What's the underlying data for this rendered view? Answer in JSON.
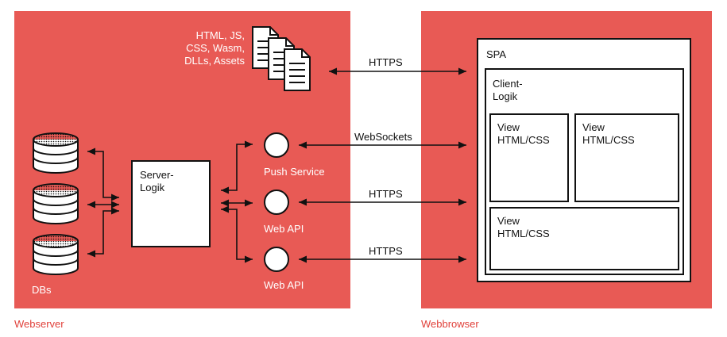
{
  "colors": {
    "panel": "#e85a55",
    "caption": "#e0403a",
    "ink": "#111111",
    "white": "#ffffff"
  },
  "webserver": {
    "caption": "Webserver",
    "files_label_lines": [
      "HTML, JS,",
      "CSS, Wasm,",
      "DLLs, Assets"
    ],
    "dbs_label": "DBs",
    "server_logic_lines": [
      "Server-",
      "Logik"
    ],
    "push_service_label": "Push Service",
    "web_api_label_1": "Web API",
    "web_api_label_2": "Web API",
    "icons": {
      "files": "document-stack-icon",
      "database": "database-icon",
      "service": "service-circle-icon"
    }
  },
  "connections": {
    "files_protocol": "HTTPS",
    "push_protocol": "WebSockets",
    "api1_protocol": "HTTPS",
    "api2_protocol": "HTTPS"
  },
  "webbrowser": {
    "caption": "Webbrowser",
    "spa_label": "SPA",
    "client_logic_lines": [
      "Client-",
      "Logik"
    ],
    "view_1_lines": [
      "View",
      "HTML/CSS"
    ],
    "view_2_lines": [
      "View",
      "HTML/CSS"
    ],
    "view_3_lines": [
      "View",
      "HTML/CSS"
    ]
  }
}
